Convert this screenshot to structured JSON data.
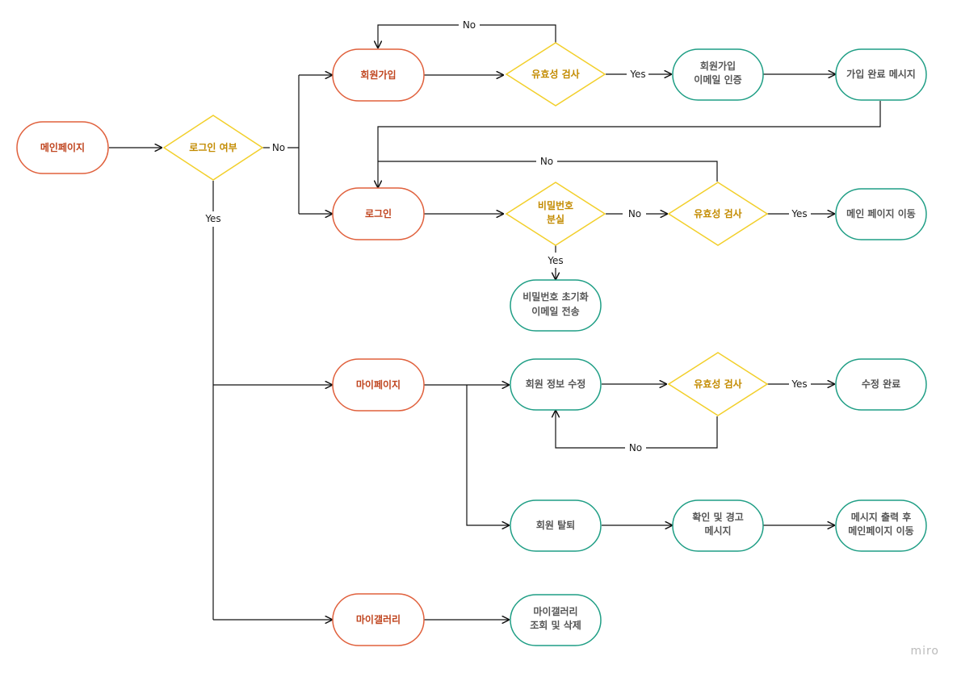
{
  "colors": {
    "start_stroke": "#e0603c",
    "start_text": "#c0451f",
    "decision_stroke": "#f2cf2a",
    "decision_text": "#c38b00",
    "process_stroke": "#1f9e85",
    "process_text": "#555555",
    "edge": "#111111"
  },
  "nodes": {
    "main_page": "메인페이지",
    "login_check": "로그인 여부",
    "signup": "회원가입",
    "signup_valid": "유효성 검사",
    "signup_email_1": "회원가입",
    "signup_email_2": "이메일 인증",
    "signup_done": "가입 완료 메시지",
    "login": "로그인",
    "pw_lost_1": "비밀번호",
    "pw_lost_2": "분실",
    "login_valid": "유효성 검사",
    "go_main": "메인 페이지 이동",
    "pw_reset_1": "비밀번호 초기화",
    "pw_reset_2": "이메일 전송",
    "mypage": "마이페이지",
    "edit_info": "회원 정보 수정",
    "edit_valid": "유효성 검사",
    "edit_done": "수정 완료",
    "withdraw": "회원 탈퇴",
    "confirm_warn_1": "확인 및 경고",
    "confirm_warn_2": "메시지",
    "msg_main_1": "메시지 출력 후",
    "msg_main_2": "메인페이지 이동",
    "mygallery": "마이갤러리",
    "gallery_view_1": "마이갤러리",
    "gallery_view_2": "조회 및 삭제"
  },
  "labels": {
    "login_no": "No",
    "login_yes": "Yes",
    "signup_valid_no": "No",
    "signup_valid_yes": "Yes",
    "login_valid_no": "No",
    "pw_lost_no": "No",
    "pw_lost_yes": "Yes",
    "login_valid_yes": "Yes",
    "edit_valid_yes": "Yes",
    "edit_valid_no": "No"
  },
  "watermark": "miro"
}
